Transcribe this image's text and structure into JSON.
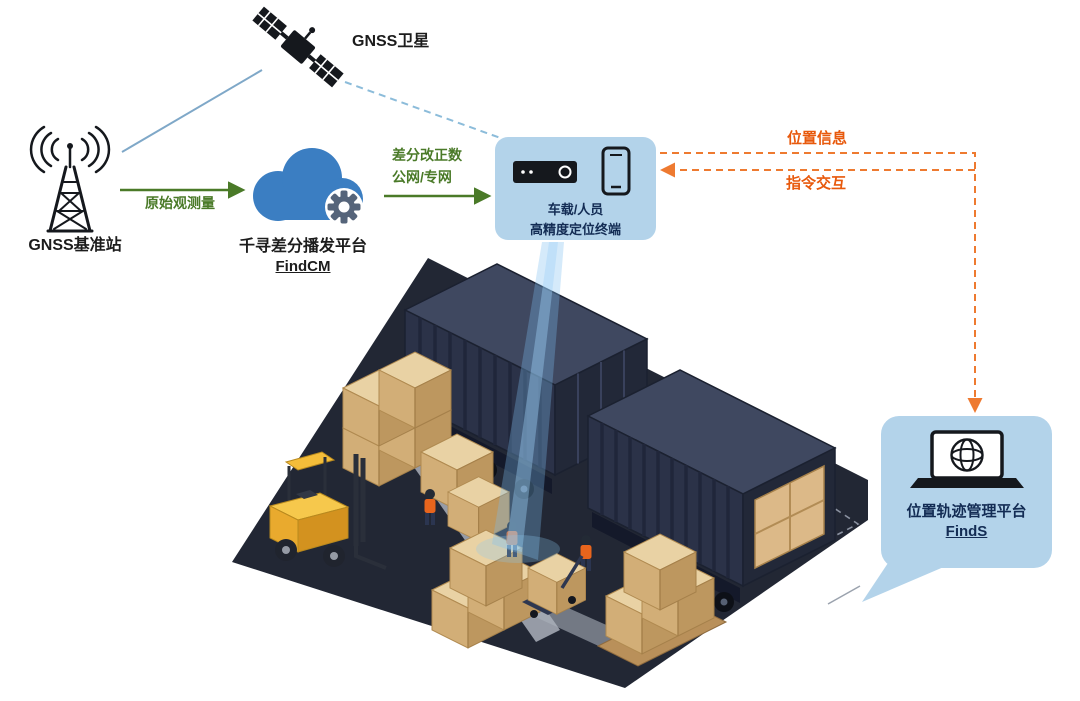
{
  "labels": {
    "satellite": "GNSS卫星",
    "base_station": "GNSS基准站",
    "raw_observation": "原始观测量",
    "cloud_title": "千寻差分播发平台",
    "cloud_subtitle": "FindCM",
    "correction_line1": "差分改正数",
    "correction_line2": "公网/专网",
    "terminal_line1": "车载/人员",
    "terminal_line2": "高精度定位终端",
    "position_info": "位置信息",
    "command_interaction": "指令交互",
    "platform_title": "位置轨迹管理平台",
    "platform_subtitle": "FindS"
  },
  "icons": [
    "satellite-icon",
    "base-station-icon",
    "cloud-platform-icon",
    "gear-icon",
    "receiver-icon",
    "smartphone-icon",
    "laptop-globe-icon",
    "warehouse-illustration",
    "positioning-beam"
  ],
  "colors": {
    "flow_green": "#4a7a28",
    "flow_orange": "#ee7a30",
    "label_orange": "#e8590c",
    "bubble_blue": "#b3d3ea",
    "link_blue_solid": "#7fa8c8",
    "link_blue_dashed": "#8cbcda",
    "text_navy": "#132c54",
    "container_navy": "#2b3248",
    "ground_dark": "#222734",
    "box_tan": "#d2ae77",
    "forklift_yellow": "#f4bd3a"
  }
}
